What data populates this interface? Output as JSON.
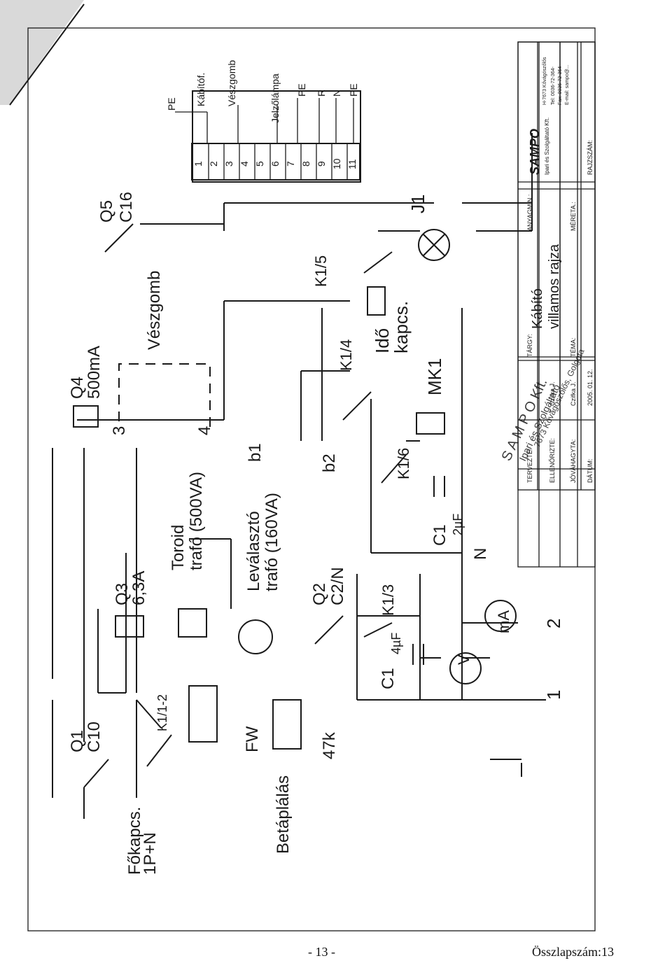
{
  "document": {
    "page_number": "- 13 -",
    "page_total": "Összlapszám:13"
  },
  "diagram": {
    "labels": {
      "fokapcs": "Főkapcs.",
      "fokapcs_type": "1P+N",
      "betaplalas": "Betáplálás",
      "q1": "Q1",
      "q1_rating": "C10",
      "k1_12": "K1/1-2",
      "fw": "FW",
      "r47k": "47k",
      "q3": "Q3",
      "q3_rating": "6,3A",
      "toroid_1": "Toroid",
      "toroid_2": "trafó (500VA)",
      "levalaszto_1": "Leválasztó",
      "levalaszto_2": "trafó (160VA)",
      "q2": "Q2",
      "q2_rating": "C2/N",
      "c1_a": "C1",
      "c1_a_value": "4µF",
      "k1_3": "K1/3",
      "v_meter": "V",
      "ma_meter": "mA",
      "terminal_1": "1",
      "terminal_2": "2",
      "q4": "Q4",
      "q4_rating": "500mA",
      "node_3": "3",
      "node_4": "4",
      "veszgomb": "Vészgomb",
      "b1": "b1",
      "b2": "b2",
      "k1_6": "K1/6",
      "c1_b": "C1",
      "c1_b_value": "2µF",
      "n_label": "N",
      "mk1": "MK1",
      "k1_4": "K1/4",
      "ido_1": "Idő",
      "ido_2": "kapcs.",
      "k1_5": "K1/5",
      "q5": "Q5",
      "q5_rating": "C16",
      "j1": "J1",
      "terminal_block": [
        "1",
        "2",
        "3",
        "4",
        "5",
        "6",
        "7",
        "8",
        "9",
        "10",
        "11"
      ],
      "tb_pe_top": "PE",
      "tb_kabitof": "Kábítóf.",
      "tb_veszgomb": "Vészgomb",
      "tb_jelzolampa": "Jelzőlámpa",
      "tb_pe": "PE",
      "tb_r": "R",
      "tb_n": "N",
      "tb_pe2": "PE"
    },
    "title_block": {
      "tervezte_label": "TERVEZTE:",
      "ellenorizte_label": "ELLENŐRIZTE:",
      "ellenorizte_value": "Czifka J.",
      "jovahagyta_label": "JÓVÁHAGYTA:",
      "jovahagyta_value": "Czifka J.",
      "datum_label": "DÁTUM:",
      "datum_value": "2005. 01. 12.",
      "targy_label": "TÁRGY:",
      "tema_label": "TÉMA:",
      "title_1": "Kábító",
      "title_2": "villamos rajza",
      "anyagmin_label": "ANYAGMIN.:",
      "merete_label": "MÉRETA.:",
      "rajzszam_label": "RAJZSZÁM:",
      "company_logo": "SAMPO",
      "company_name": "Ipari és Szolgáltató Kft.",
      "company_address": "H-7673 Kővágószőlős",
      "company_tel": "Tel: 0036-72-364-",
      "company_fax": "Fax: 0036-72-364-",
      "company_email": "E-mail: sampo@...",
      "stamp_1": "S A M P O Kft.",
      "stamp_2": "Ipari és Szolgáltató",
      "stamp_3": "7673 Kővágószőlős, Golgota"
    }
  }
}
